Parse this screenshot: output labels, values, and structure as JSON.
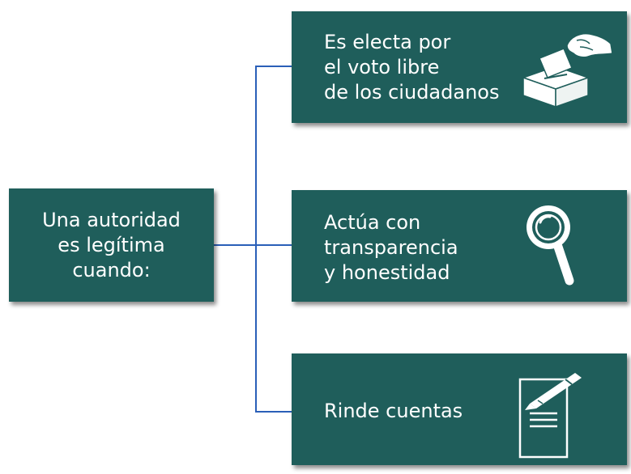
{
  "root": {
    "lines": [
      "Una autoridad",
      "es legítima",
      "cuando:"
    ]
  },
  "branches": [
    {
      "lines": [
        "Es electa por",
        "el voto libre",
        "de los ciudadanos"
      ],
      "icon": "ballot-box-icon"
    },
    {
      "lines": [
        "Actúa con",
        "transparencia",
        "y honestidad"
      ],
      "icon": "magnifying-glass-icon"
    },
    {
      "lines": [
        "Rinde cuentas"
      ],
      "icon": "document-pen-icon"
    }
  ],
  "colors": {
    "box": "#1f5e5b",
    "connector": "#2a5fb8",
    "text": "#ffffff"
  }
}
